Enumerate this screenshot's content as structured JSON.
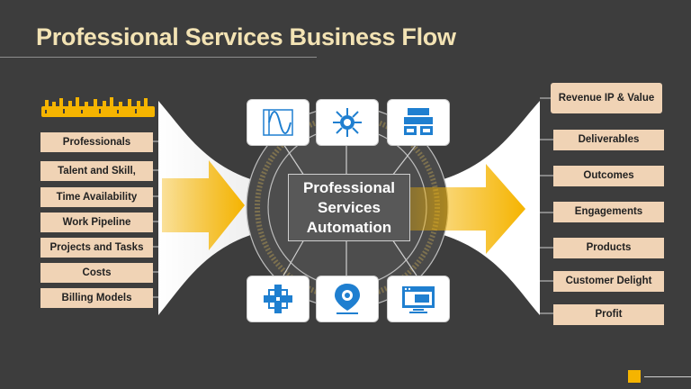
{
  "title": "Professional Services Business Flow",
  "center_label": "Professional\nServices\nAutomation",
  "inputs": [
    "Professionals",
    "Talent and Skill,",
    "Time Availability",
    "Work Pipeline",
    "Projects and Tasks",
    "Costs",
    "Billing Models"
  ],
  "outputs": [
    "Revenue IP & Value",
    "Deliverables",
    "Outcomes",
    "Engagements",
    "Products",
    "Customer Delight",
    "Profit"
  ],
  "icons": {
    "top": [
      "waveform-icon",
      "network-hub-icon",
      "dashboard-icon"
    ],
    "bottom": [
      "plug-connector-icon",
      "location-pin-icon",
      "browser-window-icon"
    ]
  },
  "colors": {
    "background": "#3d3d3d",
    "title": "#f3e3b4",
    "box_fill": "#f0d3b5",
    "accent_arrow": "#f5b400",
    "icon_blue": "#1f7fd0"
  }
}
